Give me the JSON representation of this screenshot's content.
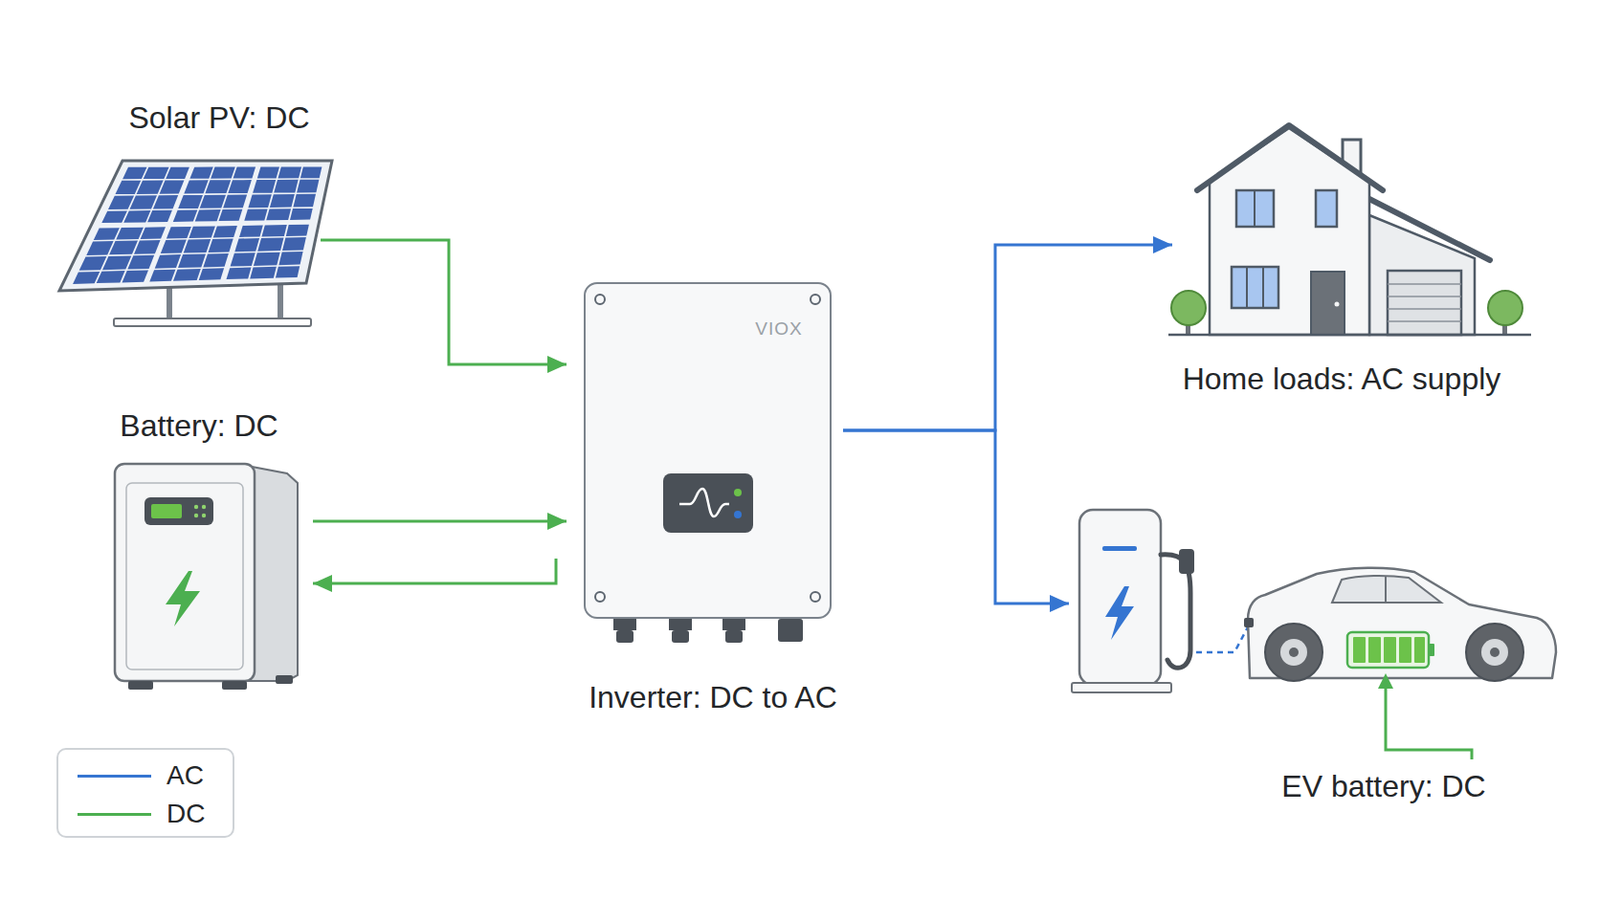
{
  "diagram": {
    "nodes": [
      {
        "text": [
          "Solar PV: DC"
        ]
      },
      {
        "text": [
          "Battery: DC"
        ]
      },
      {
        "text": [
          "Inverter: DC to AC"
        ]
      },
      {
        "text": [
          "Home loads: AC supply"
        ]
      },
      {
        "text": [
          "EV battery: DC"
        ]
      }
    ],
    "edges": [
      {
        "from": 0,
        "to": 2,
        "arrow": "to"
      },
      {
        "from": 1,
        "to": 2,
        "arrow": "to"
      },
      {
        "from": 2,
        "to": 1,
        "arrow": "to"
      },
      {
        "from": 2,
        "to": 3,
        "arrow": "to"
      },
      {
        "from": 2,
        "to": 4,
        "arrow": "to"
      }
    ],
    "labels": [
      "VIOX"
    ],
    "legend": [
      {
        "text": "AC"
      },
      {
        "text": "DC"
      }
    ]
  }
}
